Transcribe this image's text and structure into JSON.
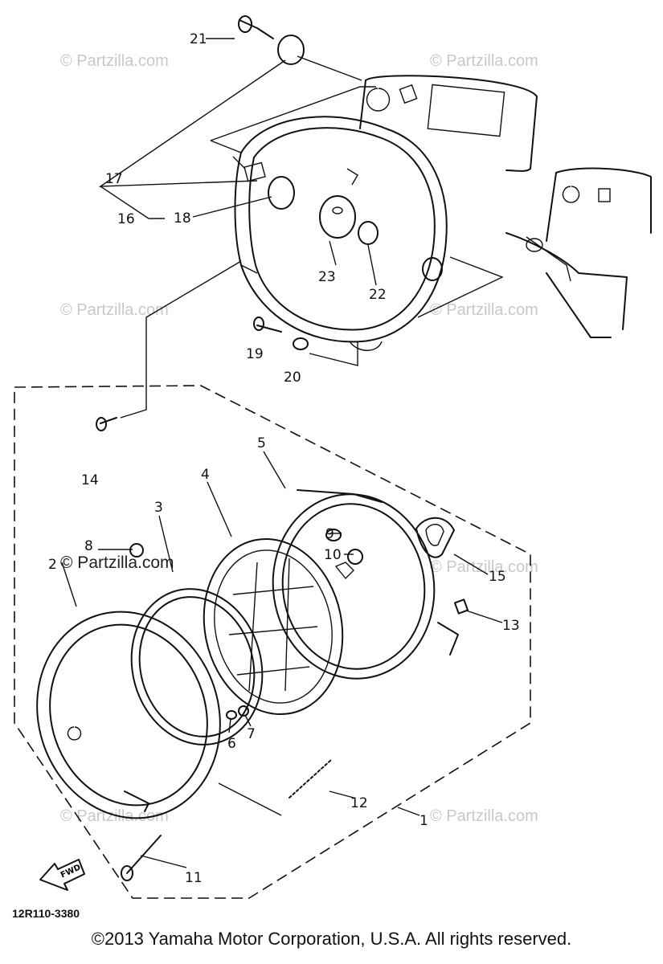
{
  "diagram": {
    "part_numbers": [
      "1",
      "2",
      "3",
      "4",
      "5",
      "6",
      "7",
      "8",
      "9",
      "10",
      "11",
      "12",
      "13",
      "14",
      "15",
      "16",
      "17",
      "18",
      "19",
      "20",
      "21",
      "22",
      "23"
    ],
    "drawing_code": "12R110-3380",
    "fwd_label": "FWD"
  },
  "watermarks": {
    "text": "© Partzilla.com"
  },
  "footer": {
    "copyright": "©2013  Yamaha Motor Corporation, U.S.A. All rights reserved."
  }
}
